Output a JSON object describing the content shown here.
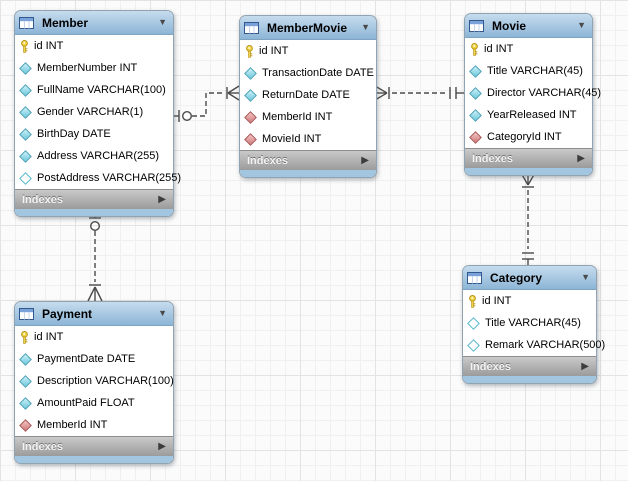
{
  "diagram": {
    "type": "EER database diagram",
    "canvas": "grid"
  },
  "icons": {
    "collapse_arrow": "▼",
    "expand_arrow": "▶",
    "table_icon": "table-grid",
    "key_icon": "primary-key",
    "column_icon": "not-null-column",
    "column_nullable_icon": "nullable-column",
    "fk_column_icon": "foreign-key-column"
  },
  "colors": {
    "table_header_top": "#c6dcee",
    "table_header_bottom": "#8cb5d6",
    "table_footer_top": "#c9c9c9",
    "table_footer_bottom": "#9b9b9b",
    "table_bottom_strip": "#a3c6e0",
    "relationship_line": "#4a4a4a",
    "key_icon_color": "#f2d545",
    "column_icon_color": "#6cc8db",
    "fk_icon_color": "#cf7979",
    "grid_minor": "#f0f0f0",
    "grid_major": "#e3e3e3"
  },
  "tables": {
    "member": {
      "title": "Member",
      "footer_label": "Indexes",
      "columns": [
        {
          "text": "id INT",
          "icon": "key-icon"
        },
        {
          "text": "MemberNumber INT",
          "icon": "column-icon"
        },
        {
          "text": "FullName VARCHAR(100)",
          "icon": "column-icon"
        },
        {
          "text": "Gender VARCHAR(1)",
          "icon": "column-icon"
        },
        {
          "text": "BirthDay DATE",
          "icon": "column-icon"
        },
        {
          "text": "Address VARCHAR(255)",
          "icon": "column-icon"
        },
        {
          "text": "PostAddress VARCHAR(255)",
          "icon": "column-nullable-icon"
        }
      ]
    },
    "membermovie": {
      "title": "MemberMovie",
      "footer_label": "Indexes",
      "columns": [
        {
          "text": "id INT",
          "icon": "key-icon"
        },
        {
          "text": "TransactionDate DATE",
          "icon": "column-icon"
        },
        {
          "text": "ReturnDate DATE",
          "icon": "column-icon"
        },
        {
          "text": "MemberId INT",
          "icon": "fk-column-icon"
        },
        {
          "text": "MovieId INT",
          "icon": "fk-column-icon"
        }
      ]
    },
    "movie": {
      "title": "Movie",
      "footer_label": "Indexes",
      "columns": [
        {
          "text": "id INT",
          "icon": "key-icon"
        },
        {
          "text": "Title VARCHAR(45)",
          "icon": "column-icon"
        },
        {
          "text": "Director VARCHAR(45)",
          "icon": "column-icon"
        },
        {
          "text": "YearReleased INT",
          "icon": "column-icon"
        },
        {
          "text": "CategoryId INT",
          "icon": "fk-column-icon"
        }
      ]
    },
    "category": {
      "title": "Category",
      "footer_label": "Indexes",
      "columns": [
        {
          "text": "id INT",
          "icon": "key-icon"
        },
        {
          "text": "Title VARCHAR(45)",
          "icon": "column-nullable-icon"
        },
        {
          "text": "Remark VARCHAR(500)",
          "icon": "column-nullable-icon"
        }
      ]
    },
    "payment": {
      "title": "Payment",
      "footer_label": "Indexes",
      "columns": [
        {
          "text": "id INT",
          "icon": "key-icon"
        },
        {
          "text": "PaymentDate DATE",
          "icon": "column-icon"
        },
        {
          "text": "Description VARCHAR(100)",
          "icon": "column-icon"
        },
        {
          "text": "AmountPaid FLOAT",
          "icon": "column-icon"
        },
        {
          "text": "MemberId INT",
          "icon": "fk-column-icon"
        }
      ]
    }
  },
  "relationships": [
    {
      "from_table": "Member",
      "to_table": "MemberMovie",
      "from_end": "one-optional",
      "to_end": "many-mandatory",
      "line_style": "dashed"
    },
    {
      "from_table": "Movie",
      "to_table": "MemberMovie",
      "from_end": "one-mandatory",
      "to_end": "many-mandatory",
      "line_style": "dashed"
    },
    {
      "from_table": "Category",
      "to_table": "Movie",
      "from_end": "one-mandatory",
      "to_end": "many-mandatory",
      "line_style": "dashed"
    },
    {
      "from_table": "Member",
      "to_table": "Payment",
      "from_end": "one-optional",
      "to_end": "many-mandatory",
      "line_style": "dashed"
    }
  ]
}
